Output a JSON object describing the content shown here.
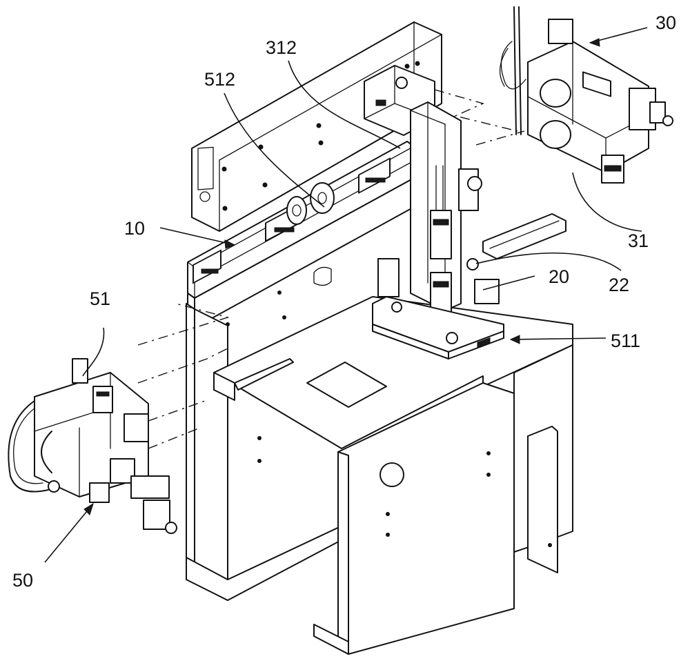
{
  "labels": {
    "l312": "312",
    "l512": "512",
    "l10": "10",
    "l51": "51",
    "l50": "50",
    "l30": "30",
    "l31": "31",
    "l22": "22",
    "l20": "20",
    "l511": "511"
  }
}
